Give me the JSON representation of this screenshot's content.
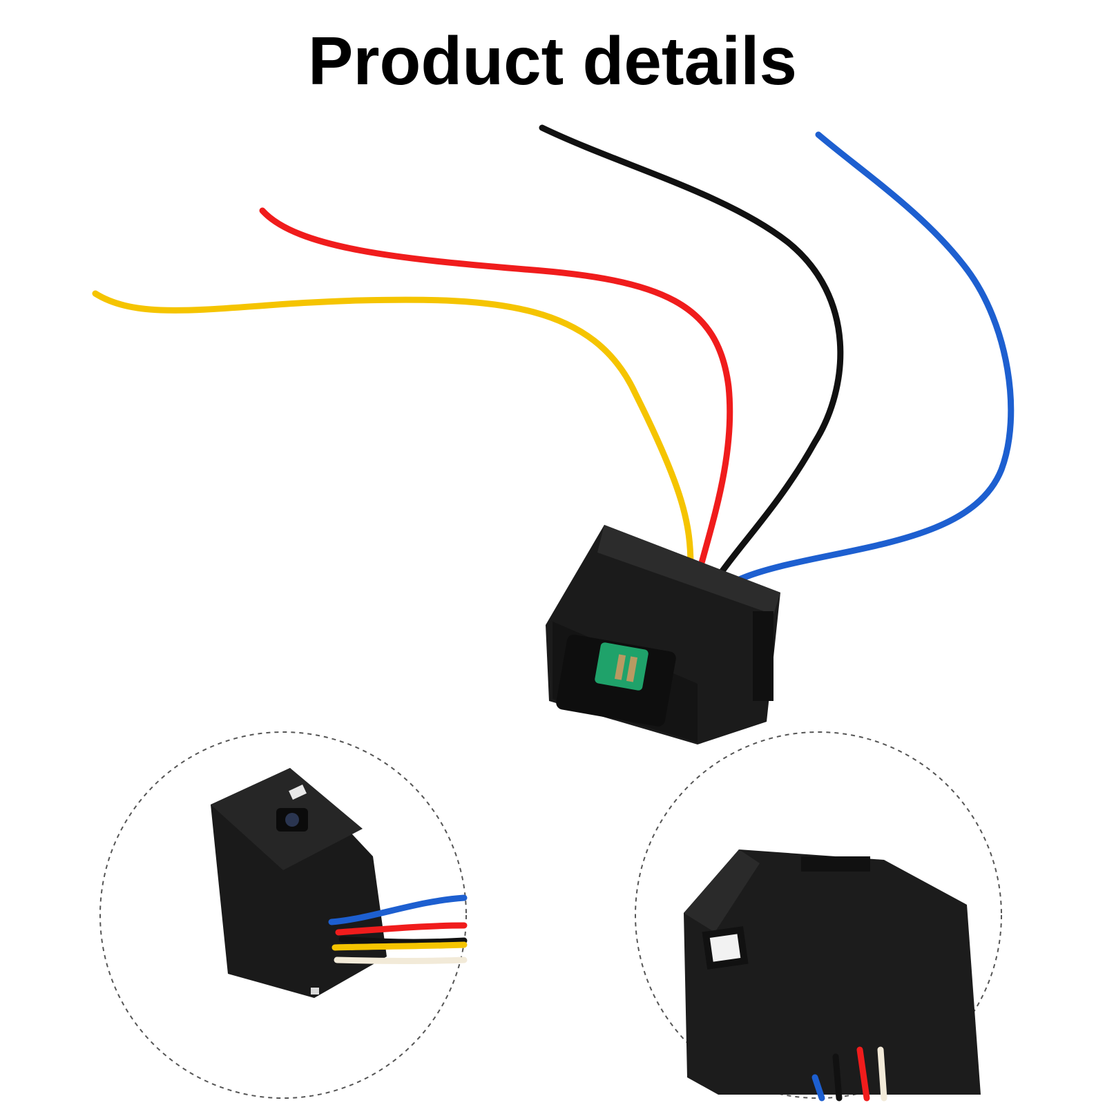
{
  "page": {
    "title": "Product details"
  },
  "wire_colors": {
    "yellow": "#f5c400",
    "red": "#f01c1c",
    "black": "#111111",
    "blue": "#1d5fd0"
  },
  "connector": {
    "body_color": "#1b1b1b",
    "latch_color": "#1fa26a"
  },
  "detail_views": [
    {
      "name": "left-detail-circle"
    },
    {
      "name": "right-detail-circle"
    }
  ]
}
